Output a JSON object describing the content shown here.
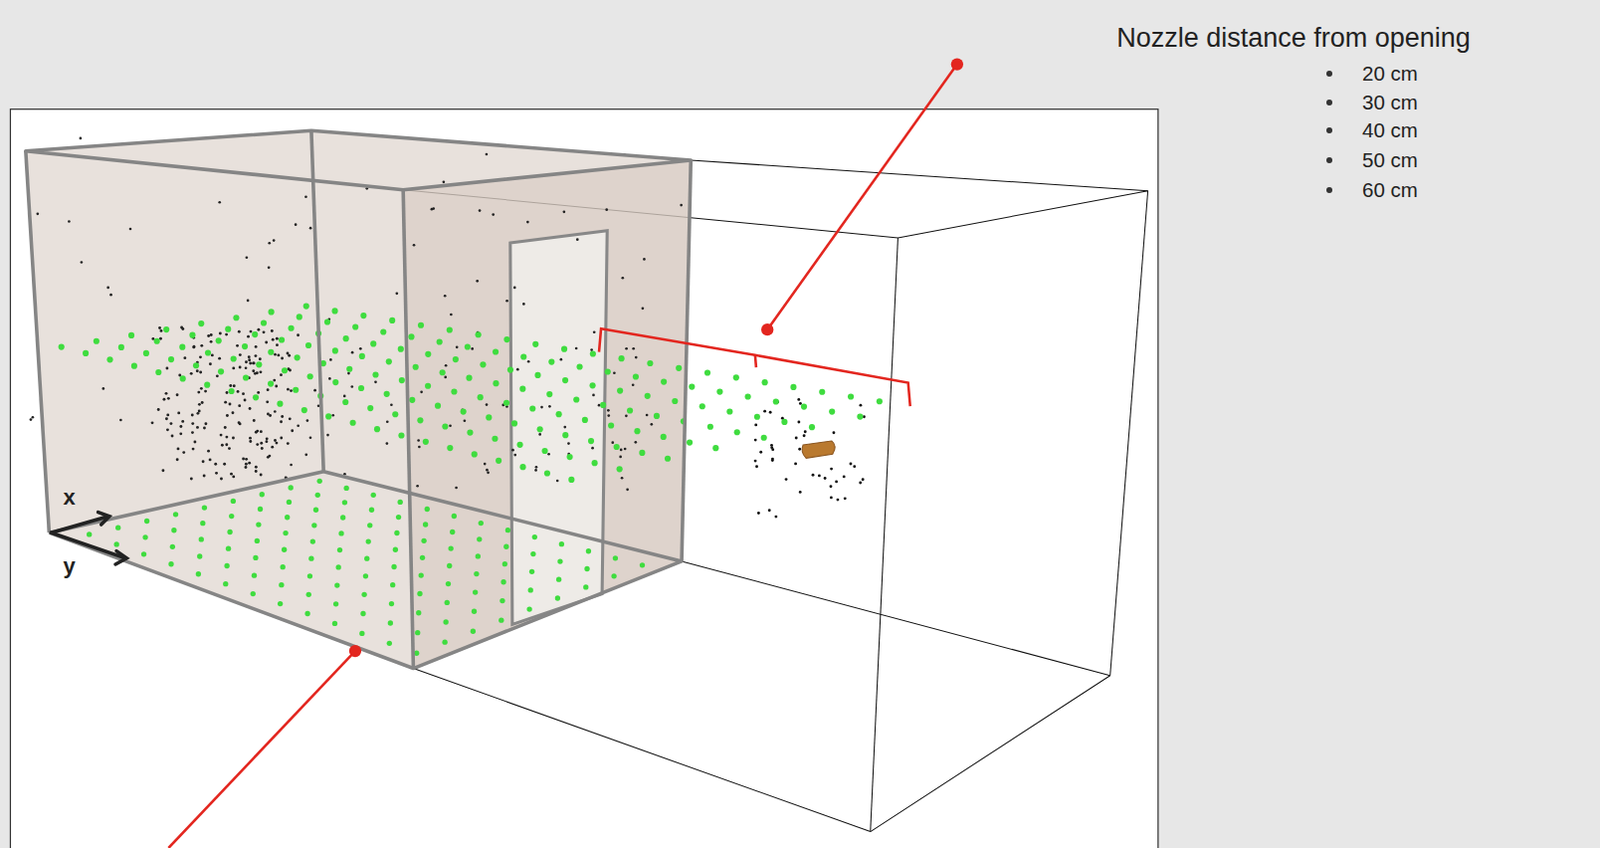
{
  "diagram": {
    "labels": [
      "Nozzle distance from opening",
      "20 cm",
      "30 cm",
      "40 cm",
      "50 cm",
      "60 cm",
      "x",
      "y"
    ]
  }
}
